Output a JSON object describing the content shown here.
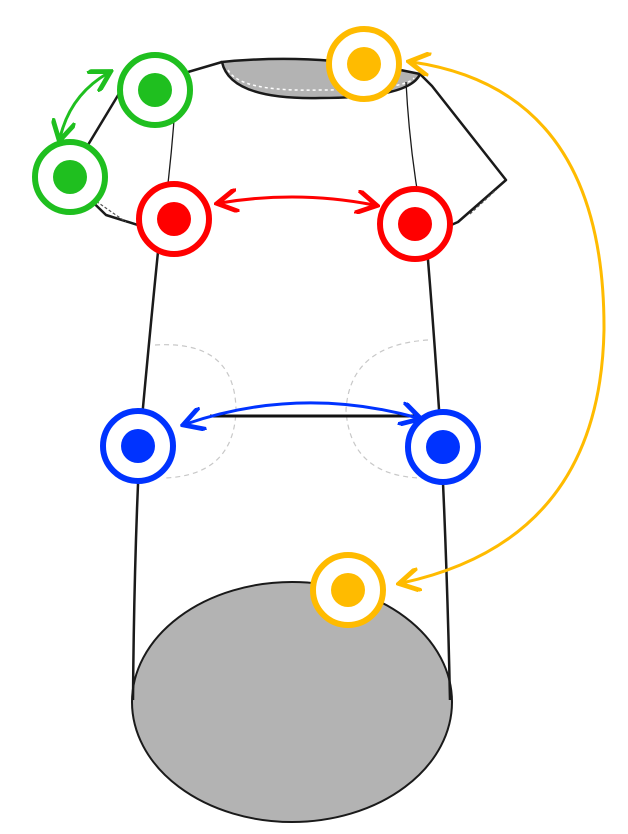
{
  "colors": {
    "green": "#1fbf1f",
    "red": "#ff0000",
    "blue": "#0033ff",
    "yellow": "#ffbb00",
    "outline": "#1a1a1a",
    "fill_gray": "#b3b3b3",
    "dashed": "#c8c8c8"
  },
  "keypoint_pairs": [
    {
      "color_key": "green",
      "count": 2
    },
    {
      "color_key": "red",
      "count": 2
    },
    {
      "color_key": "blue",
      "count": 2
    },
    {
      "color_key": "yellow",
      "count": 2
    }
  ]
}
